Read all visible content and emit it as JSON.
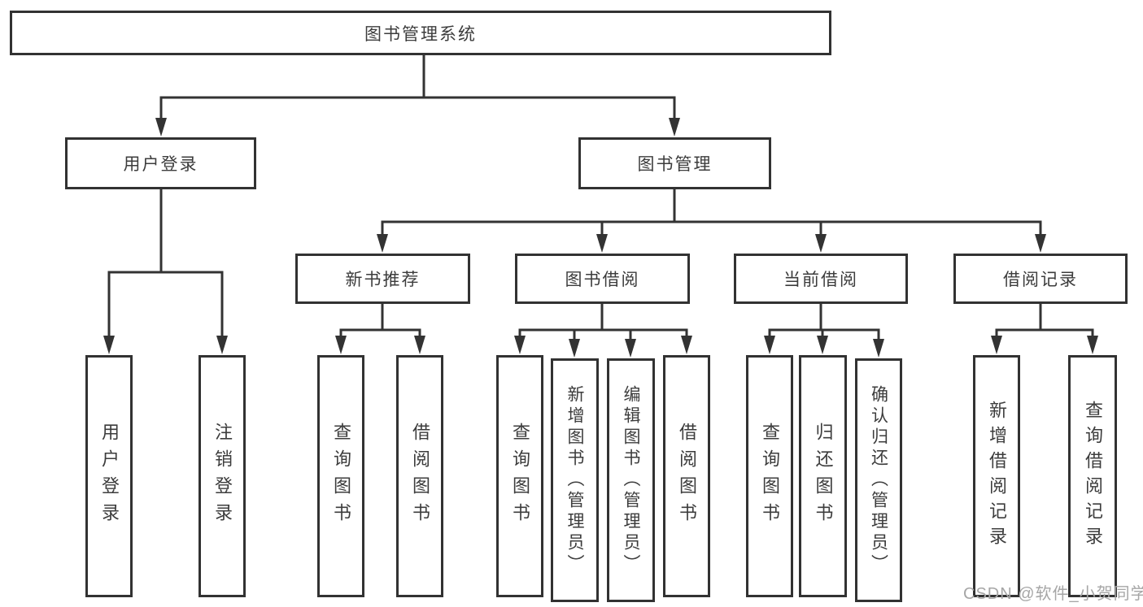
{
  "title": {
    "label": "图书管理系统"
  },
  "level2": {
    "user_login": "用户登录",
    "book_management": "图书管理"
  },
  "level3": {
    "new_book_recommend": "新书推荐",
    "book_borrow": "图书借阅",
    "current_borrow": "当前借阅",
    "borrow_records": "借阅记录"
  },
  "leaves": {
    "user_login": "用户登录",
    "logout": "注销登录",
    "query_book_recommend": "查询图书",
    "borrow_book_recommend": "借阅图书",
    "query_book_borrow": "查询图书",
    "add_book_admin": "新增图书（管理员）",
    "edit_book_admin": "编辑图书（管理员）",
    "borrow_book_borrow": "借阅图书",
    "query_book_current": "查询图书",
    "return_book": "归还图书",
    "confirm_return_admin": "确认归还（管理员）",
    "add_borrow_record": "新增借阅记录",
    "query_borrow_record": "查询借阅记录"
  },
  "watermark": {
    "text": "CSDN @软件_小贺同学",
    "color": "#a6a6a6"
  },
  "colors": {
    "line": "#333333",
    "background": "#ffffff"
  }
}
